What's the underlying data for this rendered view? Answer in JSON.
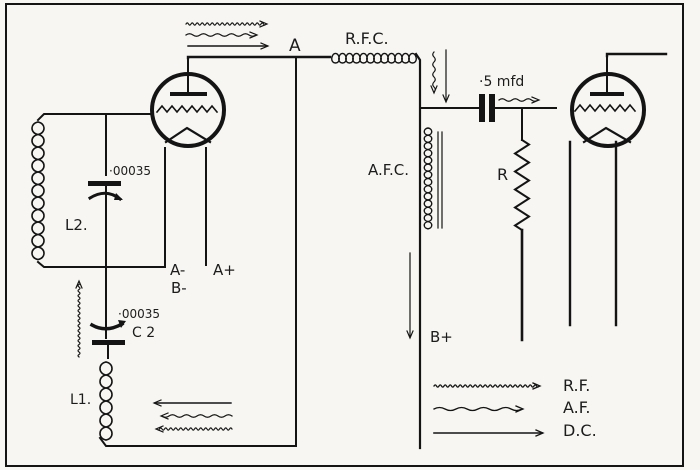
{
  "title": "Valve detector with audio-frequency amplifier circuit (R.F. / A.F. / D.C. current paths)",
  "labels": {
    "node_a": "A",
    "rfc": "R.F.C.",
    "afc": "A.F.C.",
    "resistor": "R",
    "coupling_cap": "·5 mfd",
    "tuning_cap_value": "·00035",
    "reaction_cap_value": "·00035",
    "reaction_cap": "C 2",
    "coil_l2": "L2.",
    "coil_l1": "L1.",
    "a_minus": "A-",
    "b_minus": "B-",
    "a_plus": "A+",
    "b_plus": "B+"
  },
  "legend": [
    {
      "key": "rf",
      "label": "R.F.",
      "style": "fine-wavy"
    },
    {
      "key": "af",
      "label": "A.F.",
      "style": "wavy"
    },
    {
      "key": "dc",
      "label": "D.C.",
      "style": "straight"
    }
  ],
  "colors": {
    "ink": "#141414",
    "paper": "#f7f6f2"
  }
}
